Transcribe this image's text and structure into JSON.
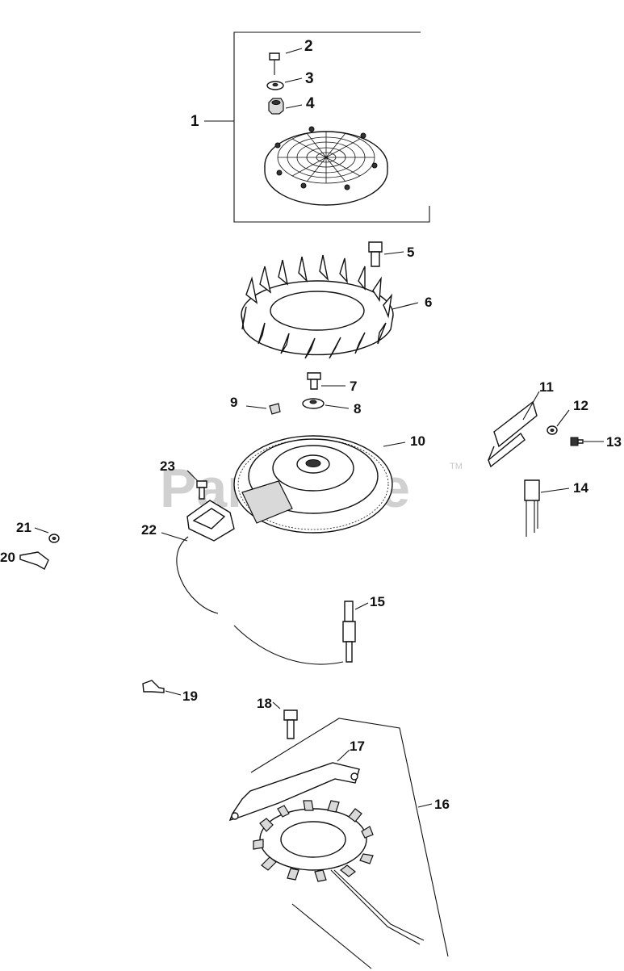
{
  "watermark": {
    "text": "PartsTree",
    "tm": "TM"
  },
  "callouts": [
    {
      "id": "1",
      "label": "1"
    },
    {
      "id": "2",
      "label": "2"
    },
    {
      "id": "3",
      "label": "3"
    },
    {
      "id": "4",
      "label": "4"
    },
    {
      "id": "5",
      "label": "5"
    },
    {
      "id": "6",
      "label": "6"
    },
    {
      "id": "7",
      "label": "7"
    },
    {
      "id": "8",
      "label": "8"
    },
    {
      "id": "9",
      "label": "9"
    },
    {
      "id": "10",
      "label": "10"
    },
    {
      "id": "11",
      "label": "11"
    },
    {
      "id": "12",
      "label": "12"
    },
    {
      "id": "13",
      "label": "13"
    },
    {
      "id": "14",
      "label": "14"
    },
    {
      "id": "15",
      "label": "15"
    },
    {
      "id": "16",
      "label": "16"
    },
    {
      "id": "17",
      "label": "17"
    },
    {
      "id": "18",
      "label": "18"
    },
    {
      "id": "19",
      "label": "19"
    },
    {
      "id": "20",
      "label": "20"
    },
    {
      "id": "21",
      "label": "21"
    },
    {
      "id": "22",
      "label": "22"
    },
    {
      "id": "23",
      "label": "23"
    }
  ]
}
